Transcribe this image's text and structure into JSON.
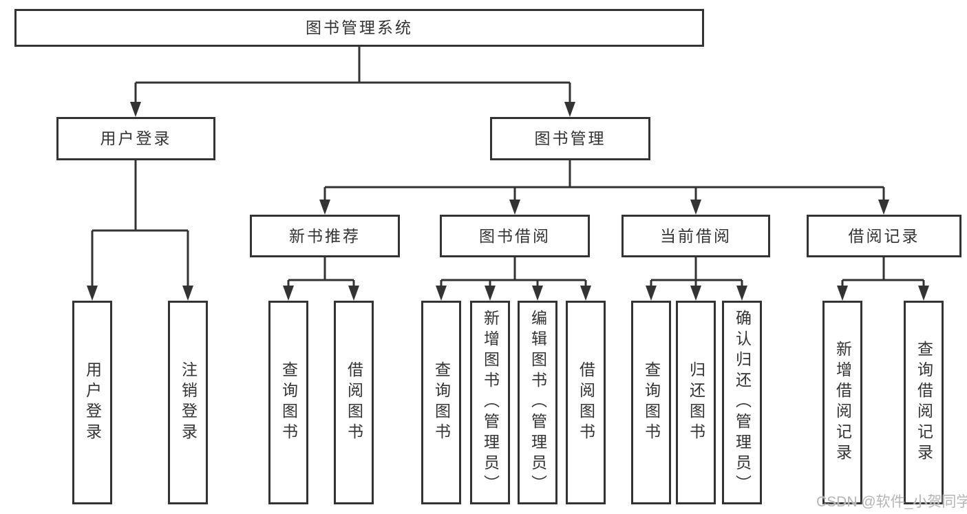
{
  "tree": {
    "root": {
      "label": "图书管理系统"
    },
    "branches": [
      {
        "label": "用户登录",
        "children": [
          {
            "label": "用户登录"
          },
          {
            "label": "注销登录"
          }
        ]
      },
      {
        "label": "图书管理",
        "groups": [
          {
            "label": "新书推荐",
            "children": [
              {
                "label": "查询图书"
              },
              {
                "label": "借阅图书"
              }
            ]
          },
          {
            "label": "图书借阅",
            "children": [
              {
                "label": "查询图书"
              },
              {
                "label": "新增图书（管理员）"
              },
              {
                "label": "编辑图书（管理员）"
              },
              {
                "label": "借阅图书"
              }
            ]
          },
          {
            "label": "当前借阅",
            "children": [
              {
                "label": "查询图书"
              },
              {
                "label": "归还图书"
              },
              {
                "label": "确认归还（管理员）"
              }
            ]
          },
          {
            "label": "借阅记录",
            "children": [
              {
                "label": "新增借阅记录"
              },
              {
                "label": "查询借阅记录"
              }
            ]
          }
        ]
      }
    ]
  },
  "watermark": {
    "text": "CSDN @软件_小贺同学"
  },
  "colors": {
    "line": "#333333",
    "text": "#333333",
    "background": "#ffffff",
    "watermark": "#b5b5b5"
  }
}
